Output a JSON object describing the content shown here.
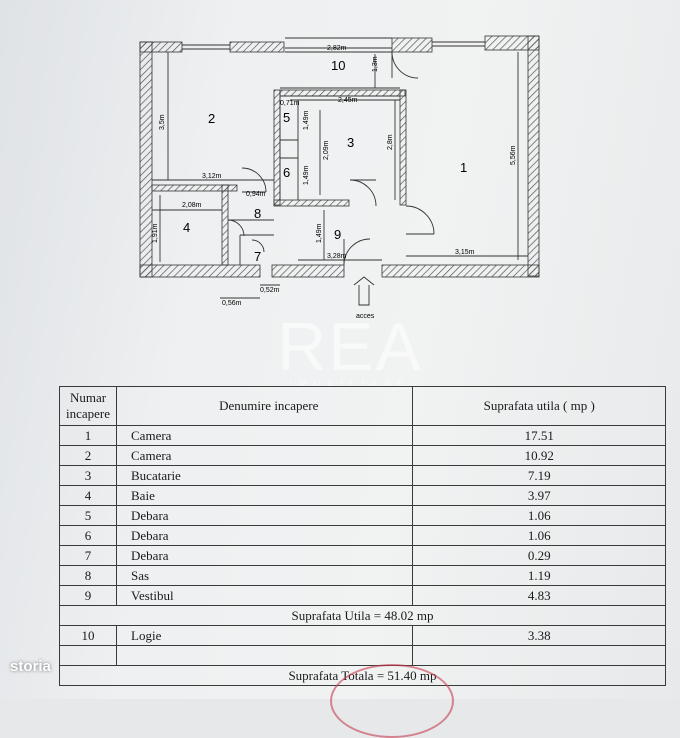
{
  "plan": {
    "rooms": [
      {
        "id": "1",
        "label": "1"
      },
      {
        "id": "2",
        "label": "2"
      },
      {
        "id": "3",
        "label": "3"
      },
      {
        "id": "4",
        "label": "4"
      },
      {
        "id": "5",
        "label": "5"
      },
      {
        "id": "6",
        "label": "6"
      },
      {
        "id": "7",
        "label": "7"
      },
      {
        "id": "8",
        "label": "8"
      },
      {
        "id": "9",
        "label": "9"
      },
      {
        "id": "10",
        "label": "10"
      }
    ],
    "dimensions": {
      "d_282": "2,82m",
      "d_13": "1,3m",
      "d_35": "3,5m",
      "d_071": "0,71m",
      "d_245": "2,45m",
      "d_149a": "1,49m",
      "d_209": "2,09m",
      "d_28": "2,8m",
      "d_556": "5,56m",
      "d_312": "3,12m",
      "d_149b": "1,49m",
      "d_094": "0,94m",
      "d_208": "2,08m",
      "d_191": "1,91m",
      "d_149c": "1,49m",
      "d_328": "3,28m",
      "d_315": "3,15m",
      "d_052": "0,52m",
      "d_056": "0,56m"
    },
    "entry_label": "acces"
  },
  "watermark": {
    "logo": "REA",
    "sub": "IMOBILIARE"
  },
  "table": {
    "header": {
      "num": "Numar incapere",
      "name": "Denumire incapere",
      "area": "Suprafata utila ( mp )"
    },
    "rows": [
      {
        "num": "1",
        "name": "Camera",
        "area": "17.51"
      },
      {
        "num": "2",
        "name": "Camera",
        "area": "10.92"
      },
      {
        "num": "3",
        "name": "Bucatarie",
        "area": "7.19"
      },
      {
        "num": "4",
        "name": "Baie",
        "area": "3.97"
      },
      {
        "num": "5",
        "name": "Debara",
        "area": "1.06"
      },
      {
        "num": "6",
        "name": "Debara",
        "area": "1.06"
      },
      {
        "num": "7",
        "name": "Debara",
        "area": "0.29"
      },
      {
        "num": "8",
        "name": "Sas",
        "area": "1.19"
      },
      {
        "num": "9",
        "name": "Vestibul",
        "area": "4.83"
      }
    ],
    "suprafata_utila": "Suprafata Utila = 48.02 mp",
    "logie": {
      "num": "10",
      "name": "Logie",
      "area": "3.38"
    },
    "suprafata_totala": "Suprafata Totala = 51.40 mp"
  },
  "brand": "storia"
}
